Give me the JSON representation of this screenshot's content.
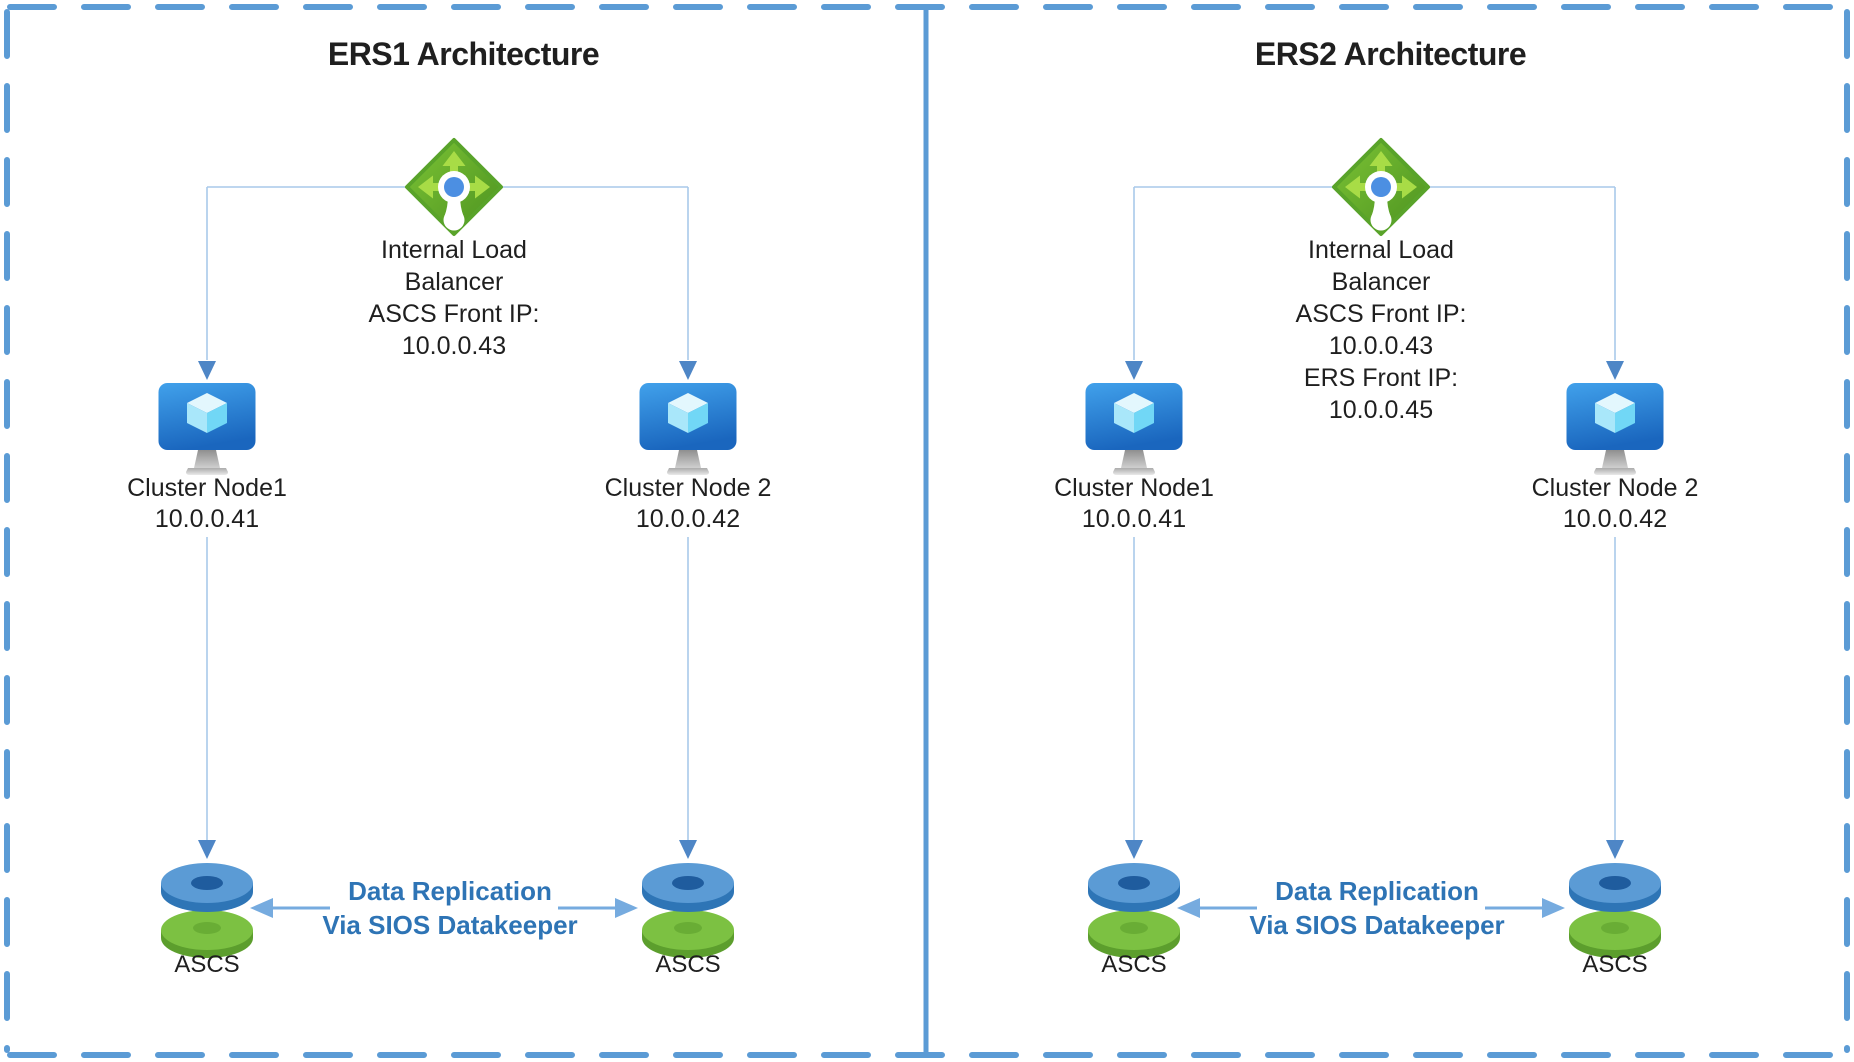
{
  "colors": {
    "border_blue": "#5B9BD5",
    "connector_line": "#A9C9EA",
    "arrowhead_blue": "#4E86C6",
    "replication_arrow": "#76ABDF",
    "replication_text": "#2E74B5",
    "text_primary": "#1F1F1F",
    "lb_green": "#5AA32B",
    "lb_arrow_green": "#A8DC46",
    "lb_dot_blue": "#4C8FE2",
    "vm_screen_blue": "#2B84D6",
    "disk_blue": "#5B9BD5",
    "disk_green": "#7CC142"
  },
  "panels": [
    {
      "title": "ERS1 Architecture",
      "load_balancer": {
        "label": "Internal Load\nBalancer\nASCS Front IP:\n10.0.0.43"
      },
      "nodes": [
        {
          "name": "Cluster Node1",
          "ip": "10.0.0.41"
        },
        {
          "name": "Cluster Node 2",
          "ip": "10.0.0.42"
        }
      ],
      "disks": [
        {
          "label": "ASCS"
        },
        {
          "label": "ASCS"
        }
      ],
      "replication": "Data Replication\nVia SIOS Datakeeper"
    },
    {
      "title": "ERS2 Architecture",
      "load_balancer": {
        "label": "Internal Load\nBalancer\nASCS Front IP:\n10.0.0.43\nERS Front IP:\n10.0.0.45"
      },
      "nodes": [
        {
          "name": "Cluster Node1",
          "ip": "10.0.0.41"
        },
        {
          "name": "Cluster Node 2",
          "ip": "10.0.0.42"
        }
      ],
      "disks": [
        {
          "label": "ASCS"
        },
        {
          "label": "ASCS"
        }
      ],
      "replication": "Data Replication\nVia SIOS Datakeeper"
    }
  ]
}
